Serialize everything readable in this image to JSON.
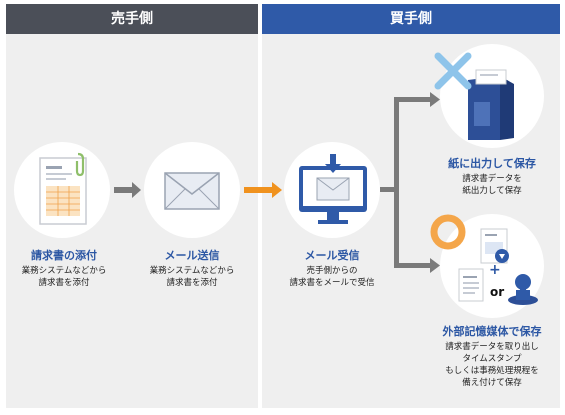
{
  "headers": {
    "seller": "売手側",
    "buyer": "買手側"
  },
  "steps": {
    "attach": {
      "title": "請求書の添付",
      "desc": "業務システムなどから\n請求書を添付"
    },
    "send": {
      "title": "メール送信",
      "desc": "業務システムなどから\n請求書を添付"
    },
    "receive": {
      "title": "メール受信",
      "desc": "売手側からの\n請求書をメールで受信"
    },
    "paper": {
      "title": "紙に出力して保存",
      "desc": "請求書データを\n紙出力して保存"
    },
    "external": {
      "title": "外部記憶媒体で保存",
      "desc": "請求書データを取り出し\nタイムスタンプ\nもしくは事務処理規程を\n備え付けて保存"
    }
  },
  "or_label": "or",
  "plus_label": "+",
  "colors": {
    "seller_header": "#4b4f58",
    "buyer_header": "#2f5aa8",
    "title_blue": "#2c57a4",
    "arrow_gray": "#7a7a7a",
    "arrow_orange": "#f0921e",
    "cross_blue": "#8ec4ea",
    "ok_orange": "#f4a64a"
  },
  "icons": [
    "invoice-icon",
    "envelope-icon",
    "monitor-mail-icon",
    "box-file-icon",
    "cross-mark-icon",
    "circle-mark-icon",
    "stamp-icon"
  ]
}
